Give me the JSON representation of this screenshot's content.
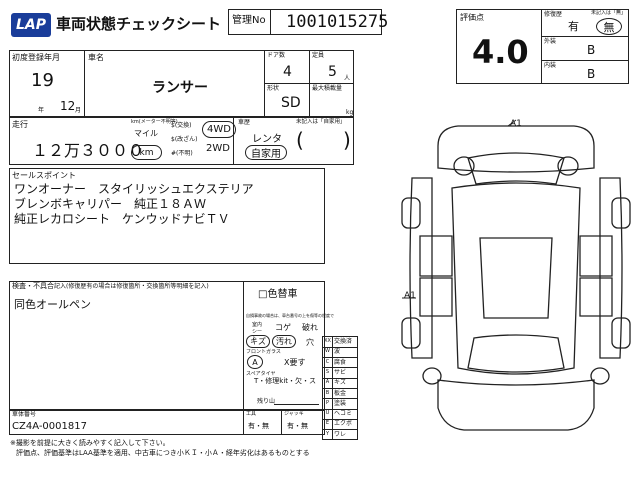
{
  "header": {
    "logo": "LAP",
    "title": "車両状態チェックシート",
    "mgmt_label": "管理No",
    "mgmt_no": "1001015275"
  },
  "rating": {
    "label": "評価点",
    "score": "4.0",
    "repair_label": "修復歴",
    "repair_yes": "有",
    "repair_no": "無",
    "unchecked_note": "未記入は「無」",
    "exterior_label": "外装",
    "exterior_grade": "B",
    "interior_label": "内装",
    "interior_grade": "B"
  },
  "registration": {
    "label": "初度登録年月",
    "year": "19",
    "year_unit": "年",
    "month": "12",
    "month_unit": "月"
  },
  "car": {
    "name_label": "車名",
    "name": "ランサー",
    "doors_label": "ドア数",
    "doors": "4",
    "capacity_label": "定員",
    "capacity": "5",
    "capacity_unit": "人",
    "shape_label": "形状",
    "shape": "SD",
    "payload_label": "最大積載量",
    "payload_unit": "kg"
  },
  "mileage": {
    "label": "走行",
    "value": "１２万３０００",
    "unit_top_note": "km(メーター不明等)",
    "unit_mile": "マイル",
    "unit_km": "km",
    "dollar_exchange": "$(交換)",
    "dollar_tamper": "$(改ざん)",
    "dollar_unknown": "#(不明)",
    "drive_4wd": "4WD",
    "drive_2wd": "2WD",
    "usage_label": "車歴",
    "usage_note": "未記入は「自家用」",
    "usage_rental": "レンタ",
    "usage_private": "自家用"
  },
  "sales_points": {
    "label": "セールスポイント",
    "lines": [
      "ワンオーナー　スタイリッシュエクステリア",
      "ブレンボキャリパー　純正１８ＡＷ",
      "純正レカロシート　ケンウッドナビＴＶ"
    ]
  },
  "inspector": {
    "label": "検査・不具合",
    "note": "記入(修復歴有の場合は修復箇所・交換箇所等明細を記入)",
    "comment": "同色オールペン"
  },
  "color_change": {
    "checkbox": "□",
    "label": "色替車",
    "note": "自損事故の場合は、車台番号の上を傷等の程度で"
  },
  "condition": {
    "interior_label": "室内シート",
    "koge": "コゲ",
    "yabure": "破れ",
    "kizu": "キズ",
    "yogore": "汚れ",
    "ana": "穴",
    "glass_label": "フロントガラス",
    "glass_a": "A",
    "glass_need": "X要す",
    "tire_label": "スペアタイヤ",
    "tire_options": "T・修理kit・欠・ス",
    "tire_remaining": "残り山"
  },
  "accessories": {
    "tools_label": "工具",
    "tools_value": "有・無",
    "jack_label": "ジャッキ",
    "jack_value": "有・無"
  },
  "chassis": {
    "label": "車体番号",
    "value": "CZ4A-0001817"
  },
  "legend": [
    {
      "code": "XX",
      "desc": "交換済"
    },
    {
      "code": "W",
      "desc": "波"
    },
    {
      "code": "C",
      "desc": "腐食"
    },
    {
      "code": "S",
      "desc": "サビ"
    },
    {
      "code": "A",
      "desc": "キズ"
    },
    {
      "code": "B",
      "desc": "板金"
    },
    {
      "code": "P",
      "desc": "塗装"
    },
    {
      "code": "U",
      "desc": "ヘコミ"
    },
    {
      "code": "E",
      "desc": "エクボ"
    },
    {
      "code": "Y",
      "desc": "ワレ"
    }
  ],
  "diagram": {
    "mark_top": "A1",
    "mark_left": "A1"
  },
  "footer": {
    "line1": "※撮影を前提に大きく読みやすく記入して下さい。",
    "line2": "評価点、評価基準はLAA基準を適用、中古車につき小ＫＩ・小Ａ・経年劣化はあるものとする"
  }
}
